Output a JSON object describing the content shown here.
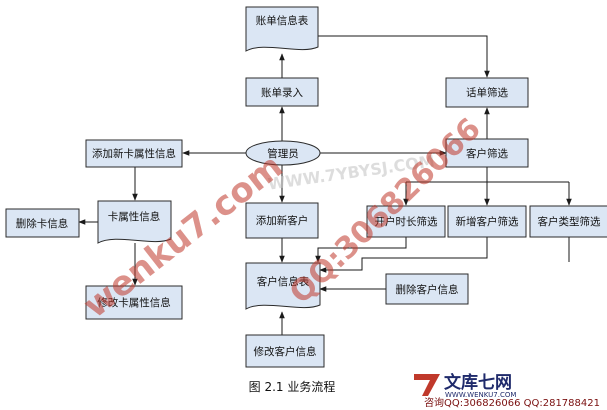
{
  "nodes": {
    "account_table": "账单信息表",
    "account_entry": "账单录入",
    "bill_filter": "话单筛选",
    "add_card_attr": "添加新卡属性信息",
    "admin": "管理员",
    "customer_filter": "客户筛选",
    "delete_card": "删除卡信息",
    "card_attr": "卡属性信息",
    "add_customer": "添加新客户",
    "open_duration_filter": "开户时长筛选",
    "new_customer_filter": "新增客户筛选",
    "customer_type_filter": "客户类型筛选",
    "customer_info": "客户信息表",
    "delete_customer": "删除客户信息",
    "modify_card_attr": "修改卡属性信息",
    "modify_customer": "修改客户信息"
  },
  "caption": "图 2.1 业务流程",
  "watermarks": {
    "main": "wenku7.com",
    "qq": "QQ:306826066",
    "site": "WWW.7YBYSJ.COM"
  },
  "logo": {
    "cn": "文库七网",
    "url": "WWW.WENKU7.COM"
  },
  "footer": "咨询QQ:306826066 QQ:281788421",
  "colors": {
    "box_fill": "#dbe6f4",
    "watermark": "#c0392b",
    "logo": "#1f2a6b"
  }
}
